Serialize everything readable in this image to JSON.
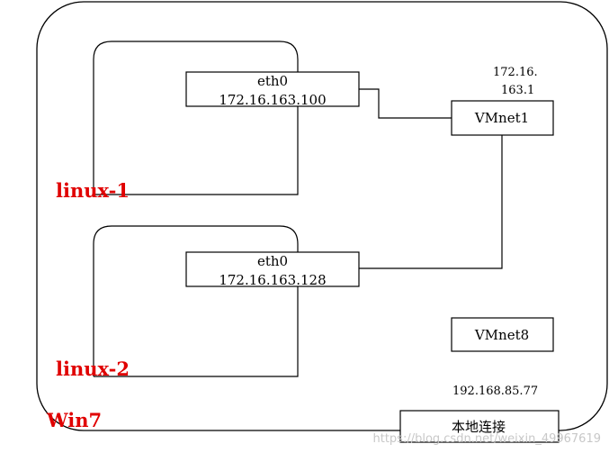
{
  "host": {
    "label": "Win7",
    "label_color": "#e00000"
  },
  "vm1": {
    "label": "linux-1",
    "iface_name": "eth0",
    "iface_ip": "172.16.163.100"
  },
  "vm2": {
    "label": "linux-2",
    "iface_name": "eth0",
    "iface_ip": "172.16.163.128"
  },
  "vmnet1": {
    "label": "VMnet1",
    "ip_line1": "172.16.",
    "ip_line2": "163.1"
  },
  "vmnet8": {
    "label": "VMnet8"
  },
  "local": {
    "label": "本地连接",
    "ip": "192.168.85.77"
  },
  "watermark": "https://blog.csdn.net/weixin_49967619"
}
